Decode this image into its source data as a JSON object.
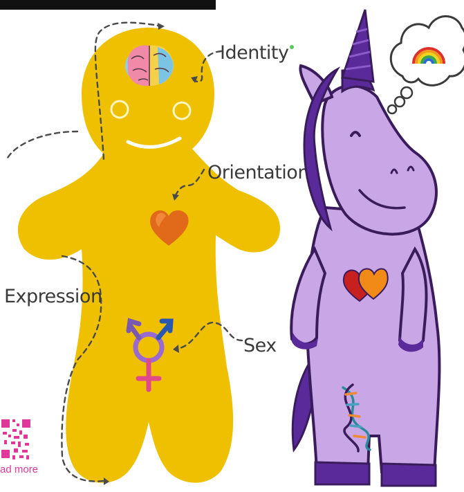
{
  "diagram": {
    "labels": {
      "identity": "Identity",
      "orientation": "Orientation",
      "expression": "Expression",
      "sex": "Sex"
    },
    "qr_caption": "ad more"
  },
  "colors": {
    "gingerbread": "#efc000",
    "unicorn_body": "#c9a6e6",
    "unicorn_outline": "#3a1c5c",
    "unicorn_purple": "#5a2a9a",
    "heart_red": "#c8201e",
    "heart_orange": "#f28a18",
    "top_bar": "#111111",
    "qr_pink": "#e0389a"
  },
  "icons": [
    "brain-icon",
    "heart-icon",
    "transgender-symbol-icon",
    "rainbow-icon",
    "dna-icon",
    "qr-code-icon"
  ]
}
